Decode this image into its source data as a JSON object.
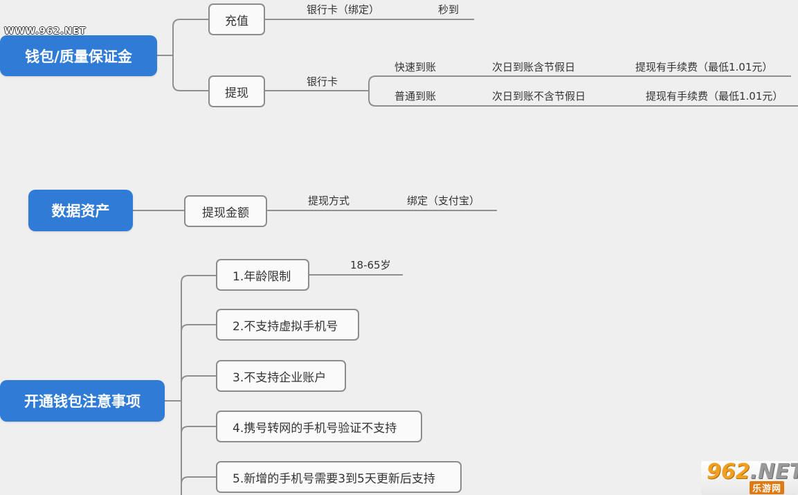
{
  "watermark": {
    "top_left": "WWW.962.NET",
    "bottom_right_number": "962",
    "bottom_right_suffix": ".NET",
    "bottom_right_sub": "乐游网"
  },
  "section1": {
    "root": "钱包/质量保证金",
    "recharge": {
      "label": "充值",
      "method": "银行卡（绑定）",
      "speed": "秒到"
    },
    "withdraw": {
      "label": "提现",
      "method": "银行卡",
      "fast": {
        "label": "快速到账",
        "timing": "次日到账含节假日",
        "fee": "提现有手续费（最低1.01元）"
      },
      "normal": {
        "label": "普通到账",
        "timing": "次日到账不含节假日",
        "fee": "提现有手续费（最低1.01元）"
      }
    }
  },
  "section2": {
    "root": "数据资产",
    "child": "提现金额",
    "method_label": "提现方式",
    "method_value": "绑定（支付宝）"
  },
  "section3": {
    "root": "开通钱包注意事项",
    "items": [
      "1.年龄限制",
      "2.不支持虚拟手机号",
      "3.不支持企业账户",
      "4.携号转网的手机号验证不支持",
      "5.新增的手机号需要3到5天更新后支持"
    ],
    "age_range": "18-65岁"
  }
}
